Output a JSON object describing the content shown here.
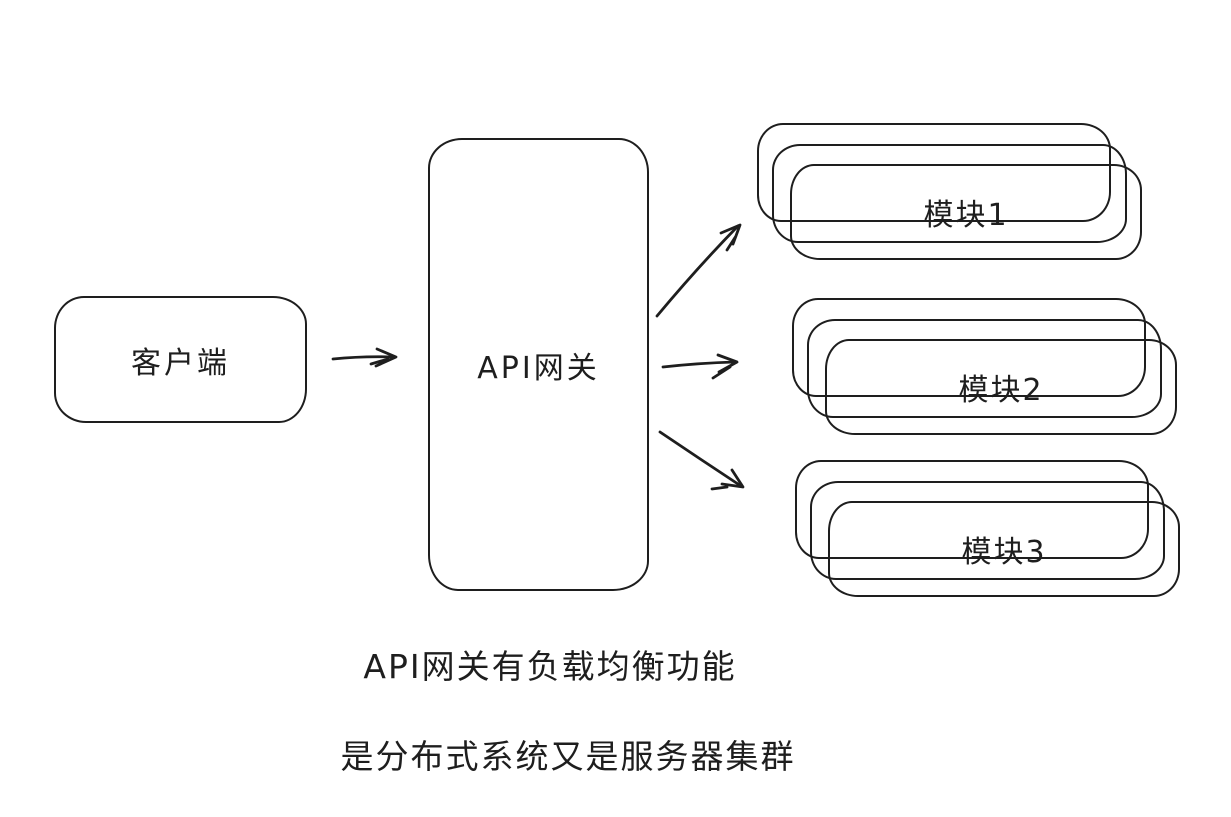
{
  "diagram": {
    "client": {
      "label": "客户端"
    },
    "gateway": {
      "label": "API网关"
    },
    "module_stacks": [
      {
        "label": "模块1",
        "visible_copies": 3
      },
      {
        "label": "模块2",
        "visible_copies": 3
      },
      {
        "label": "模块3",
        "visible_copies": 3
      }
    ],
    "arrows": [
      {
        "from": "client",
        "to": "gateway"
      },
      {
        "from": "gateway",
        "to": "module-1"
      },
      {
        "from": "gateway",
        "to": "module-2"
      },
      {
        "from": "gateway",
        "to": "module-3"
      }
    ],
    "captions": [
      "API网关有负载均衡功能",
      "是分布式系统又是服务器集群"
    ],
    "colors": {
      "ink": "#1e1e1e",
      "background": "#ffffff"
    }
  }
}
